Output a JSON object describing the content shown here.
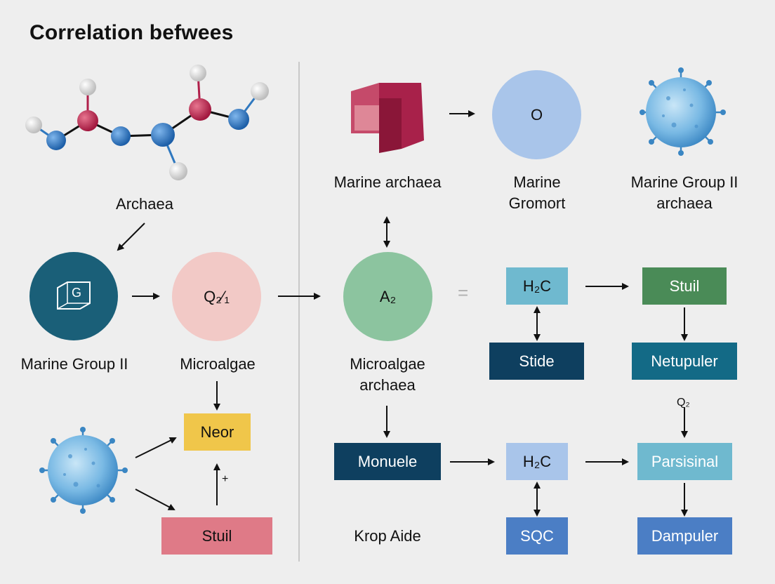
{
  "title": "Correlation befwees",
  "labels": {
    "archaea": "Archaea",
    "marine_group_ii_left": "Marine Group II",
    "microalgae": "Microalgae",
    "marine_archaea_top": "Marine archaea",
    "marine_gromort": "Marine Gromort",
    "marine_group_ii_archaea": "Marine Group II archaea",
    "microalgae_archaea": "Microalgae archaea",
    "krop_aide": "Krop Aide"
  },
  "nodes": {
    "mg2_circle_text": "G",
    "q24_circle": "Q₂⁄₁",
    "o_circle": "O",
    "a2_circle": "A₂",
    "neor": "Neor",
    "stuil_left": "Stuil",
    "h2c_top": "H₂C",
    "stuil_right": "Stuil",
    "stide": "Stide",
    "netupuler": "Netupuler",
    "monuele": "Monuele",
    "h2c_mid": "H₂C",
    "parsisinal": "Parsisinal",
    "sqc": "SQC",
    "dampuler": "Dampuler"
  },
  "annotations": {
    "plus": "+",
    "equals": "=",
    "q2_mark": "Q₂"
  },
  "colors": {
    "teal_dark": "#1a5f78",
    "pink": "#f2c9c6",
    "green": "#8cc49f",
    "lightblue": "#a9c5ea",
    "yellow": "#f0c64a",
    "rose": "#df7a87",
    "cyan": "#6fb9cf",
    "green_dark": "#4a8b57",
    "navy": "#0e3f5f",
    "teal": "#136a86",
    "blue": "#4b7ec5",
    "crimson": "#a8214a"
  }
}
